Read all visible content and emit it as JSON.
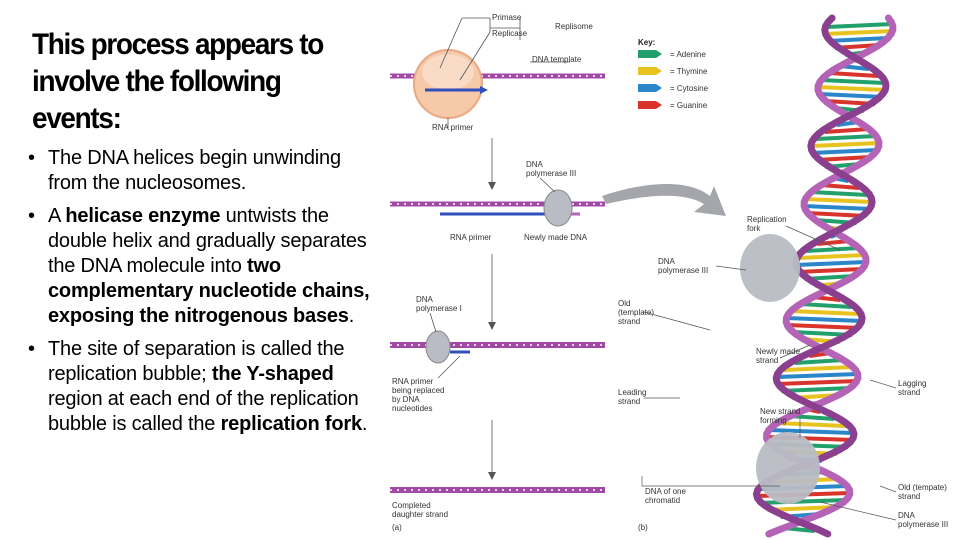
{
  "slide": {
    "title": "This process appears to involve the following events:",
    "bullets": [
      {
        "segments": [
          {
            "text": "The DNA ",
            "bold": false
          },
          {
            "text": "helices",
            "bold": false
          },
          {
            "text": " begin unwinding from the nucleosomes.",
            "bold": false
          }
        ]
      },
      {
        "segments": [
          {
            "text": "A ",
            "bold": false
          },
          {
            "text": "helicase enzyme",
            "bold": true
          },
          {
            "text": " untwists the double helix and gradually separates the DNA molecule into ",
            "bold": false
          },
          {
            "text": "two complementary nucleotide chains, exposing the nitrogenous bases",
            "bold": true
          },
          {
            "text": ".",
            "bold": false
          }
        ]
      },
      {
        "segments": [
          {
            "text": "The site of separation is called the replication bubble; ",
            "bold": false
          },
          {
            "text": "the Y-shaped",
            "bold": true
          },
          {
            "text": " region at each end of the replication bubble is called the ",
            "bold": false
          },
          {
            "text": "replication fork",
            "bold": true
          },
          {
            "text": ".",
            "bold": false
          }
        ]
      }
    ]
  },
  "figure_a": {
    "labels": {
      "primase": "Primase",
      "replisome": "Replisome",
      "replicase": "Replicase",
      "dna_template": "DNA template",
      "rna_primer_top": "RNA primer",
      "dna_pol_iii_1": "DNA",
      "dna_pol_iii_2": "polymerase III",
      "rna_primer_mid": "RNA primer",
      "newly_made_dna": "Newly made DNA",
      "dna_pol_i_1": "DNA",
      "dna_pol_i_2": "polymerase I",
      "rna_replaced_1": "RNA primer",
      "rna_replaced_2": "being replaced",
      "rna_replaced_3": "by DNA",
      "rna_replaced_4": "nucleotides",
      "completed_1": "Completed",
      "completed_2": "daughter strand",
      "panel": "(a)"
    }
  },
  "figure_b": {
    "key": {
      "title": "Key:",
      "items": [
        {
          "label": "= Adenine",
          "color": "#22a06b"
        },
        {
          "label": "= Thymine",
          "color": "#e8c21e"
        },
        {
          "label": "= Cytosine",
          "color": "#2a86c9"
        },
        {
          "label": "= Guanine",
          "color": "#d8342c"
        }
      ]
    },
    "labels": {
      "rep_fork_1": "Replication",
      "rep_fork_2": "fork",
      "pol3_1": "DNA",
      "pol3_2": "polymerase III",
      "old_1": "Old",
      "old_2": "(template)",
      "old_3": "strand",
      "newly_1": "Newly made",
      "newly_2": "strand",
      "leading_1": "Leading",
      "leading_2": "strand",
      "lagging_1": "Lagging",
      "lagging_2": "strand",
      "forming_1": "New strand",
      "forming_2": "forming",
      "chromatid_1": "DNA of one",
      "chromatid_2": "chromatid",
      "old_tmpl_1": "Old (tempate)",
      "old_tmpl_2": "strand",
      "pol3b_1": "DNA",
      "pol3b_2": "polymerase III",
      "panel": "(b)"
    },
    "colors": {
      "backbone": "#b463b6",
      "backbone_dark": "#8a3f8f",
      "enzyme": "#b9bcc4"
    }
  }
}
